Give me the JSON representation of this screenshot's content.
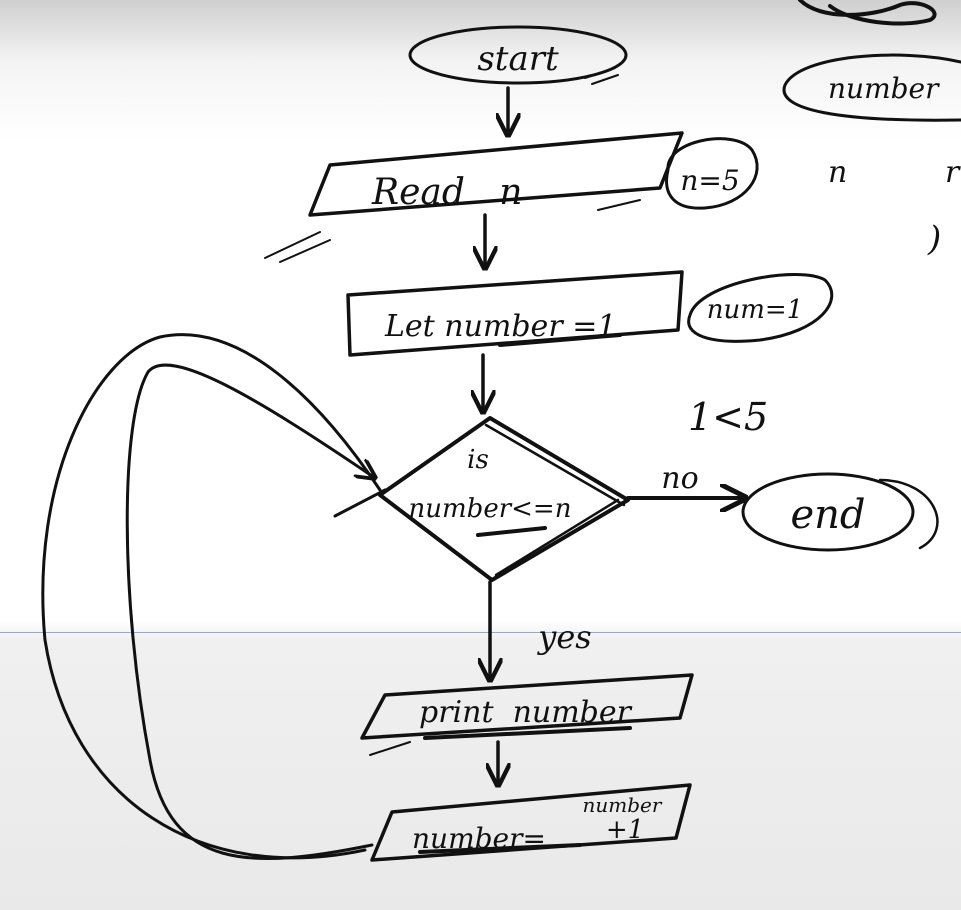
{
  "flowchart": {
    "start_label": "start",
    "read_label": "Read   n",
    "read_note": "n=5",
    "init_label": "Let number =1",
    "init_note": "num=1",
    "decision_top": "is",
    "decision_bottom": "number<=n",
    "side_note": "1<5",
    "no_label": "no",
    "end_label": "end",
    "yes_label": "yes",
    "print_label": "print  number",
    "increment_left": "number=",
    "increment_top": "number",
    "increment_bottom": "+1"
  },
  "partial_notes": {
    "number_bubble": "number",
    "n_text": "n",
    "r_text": "r",
    "paren_text": ")"
  }
}
